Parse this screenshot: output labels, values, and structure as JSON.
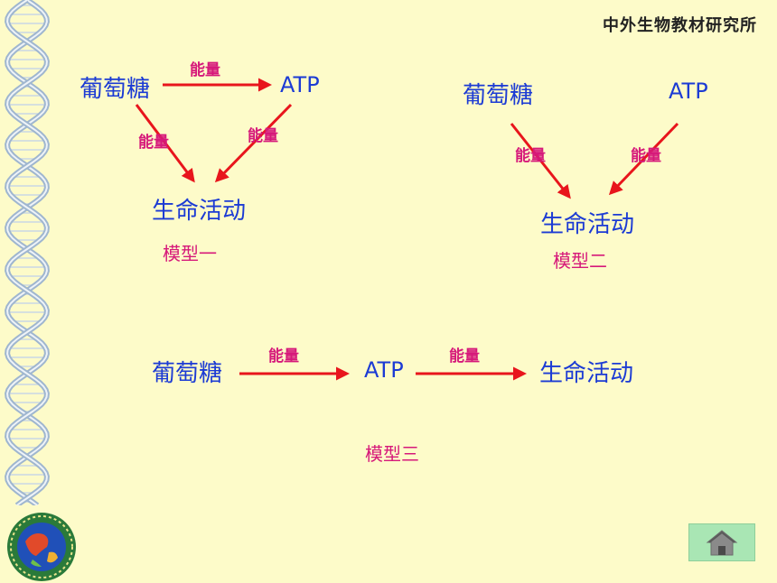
{
  "header": {
    "title": "中外生物教材研究所"
  },
  "model1": {
    "glucose": "葡萄糖",
    "atp": "ATP",
    "life": "生命活动",
    "energy_top": "能量",
    "energy_left": "能量",
    "energy_right": "能量",
    "label": "模型一"
  },
  "model2": {
    "glucose": "葡萄糖",
    "atp": "ATP",
    "life": "生命活动",
    "energy_left": "能量",
    "energy_right": "能量",
    "label": "模型二"
  },
  "model3": {
    "glucose": "葡萄糖",
    "atp": "ATP",
    "life": "生命活动",
    "energy_1": "能量",
    "energy_2": "能量",
    "label": "模型三"
  },
  "colors": {
    "background": "#fdfbc9",
    "node_text": "#1c3bd4",
    "energy_text": "#d6197a",
    "arrow": "#e8151c",
    "home_button": "#a9e6b4"
  },
  "icons": {
    "home": "home-icon",
    "logo": "globe-logo-icon",
    "decoration": "dna-helix-icon"
  }
}
